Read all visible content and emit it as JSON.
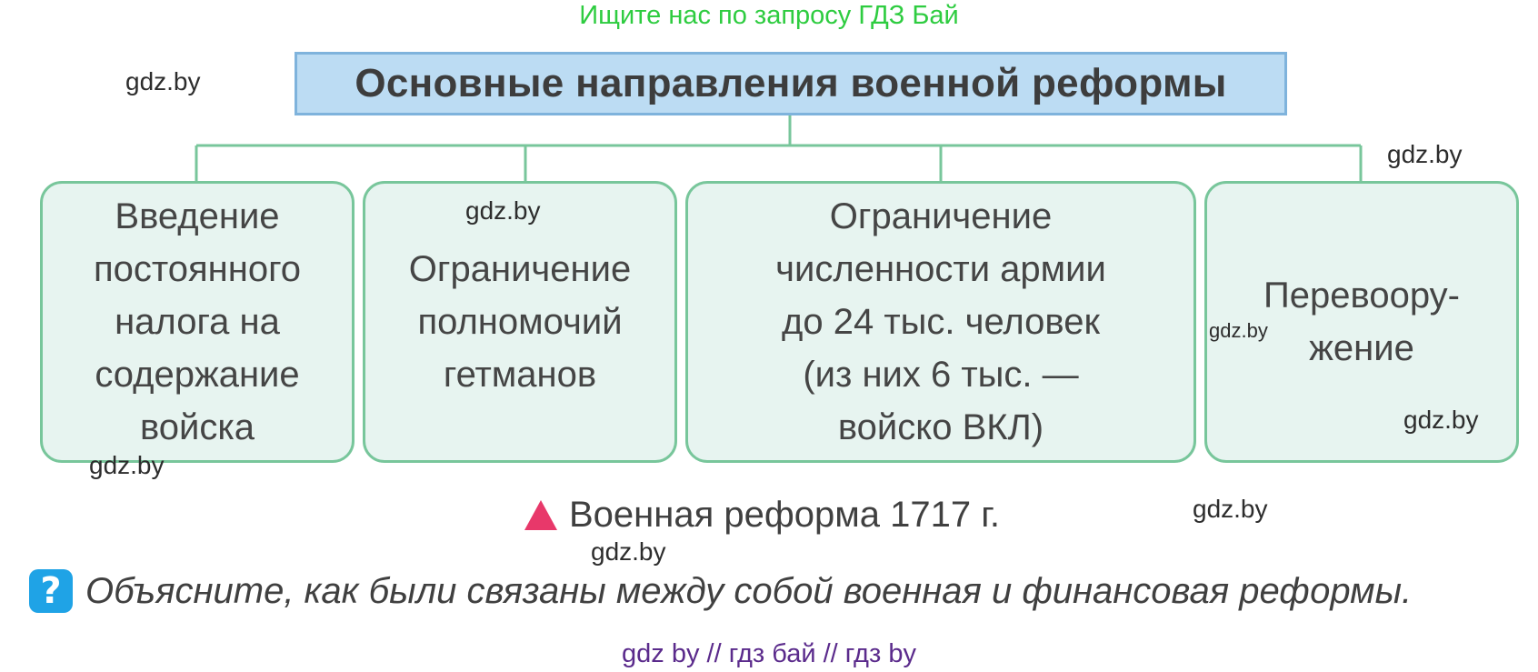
{
  "banner": "Ищите нас по запросу ГДЗ Бай",
  "diagram": {
    "title": "Основные направления военной реформы",
    "nodes": [
      {
        "text": "Введение\nпостоянного\nналога на\nсодержание\nвойска"
      },
      {
        "text": "Ограничение\nполномочий\nгетманов"
      },
      {
        "text": "Ограничение\nчисленности армии\nдо 24 тыс. человек\n(из них 6 тыс. —\nвойско ВКЛ)"
      },
      {
        "text": "Перевоору-\nжение"
      }
    ]
  },
  "caption": {
    "text": "Военная реформа 1717 г.",
    "marker_color": "#e8386a"
  },
  "question": {
    "badge": "?",
    "text": "Объясните, как были связаны между собой военная и финансовая реформы.",
    "badge_color": "#1fa3e6"
  },
  "watermarks": {
    "w1": "gdz.by",
    "w2": "gdz.by",
    "w3": "gdz.by",
    "w4": "gdz.by",
    "w5": "gdz.by",
    "w6": "gdz.by",
    "w7": "gdz.by",
    "w8": "gdz.by"
  },
  "footer": "gdz by  //  гдз бай  //  гдз by",
  "colors": {
    "title_fill": "#bcdcf3",
    "title_border": "#7fb3dc",
    "node_fill": "#e7f4f0",
    "node_border": "#78c69b",
    "connector": "#78c69b",
    "banner": "#2ecc40",
    "footer": "#5b2b8c"
  }
}
